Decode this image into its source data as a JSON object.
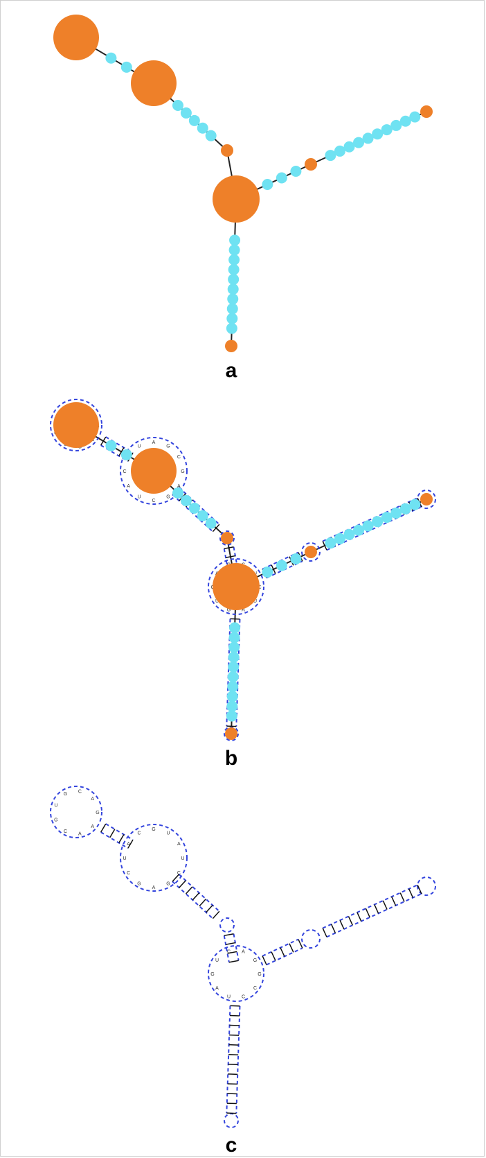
{
  "panels": [
    {
      "label": "a"
    },
    {
      "label": "b"
    },
    {
      "label": "c"
    }
  ],
  "colors": {
    "loop_node": "#EE8029",
    "stem_node": "#6FE2F2",
    "edge": "#222222",
    "backbone_dash": "#3344DD",
    "base_pair": "#111111",
    "nucleotide_text": "#333333"
  }
}
